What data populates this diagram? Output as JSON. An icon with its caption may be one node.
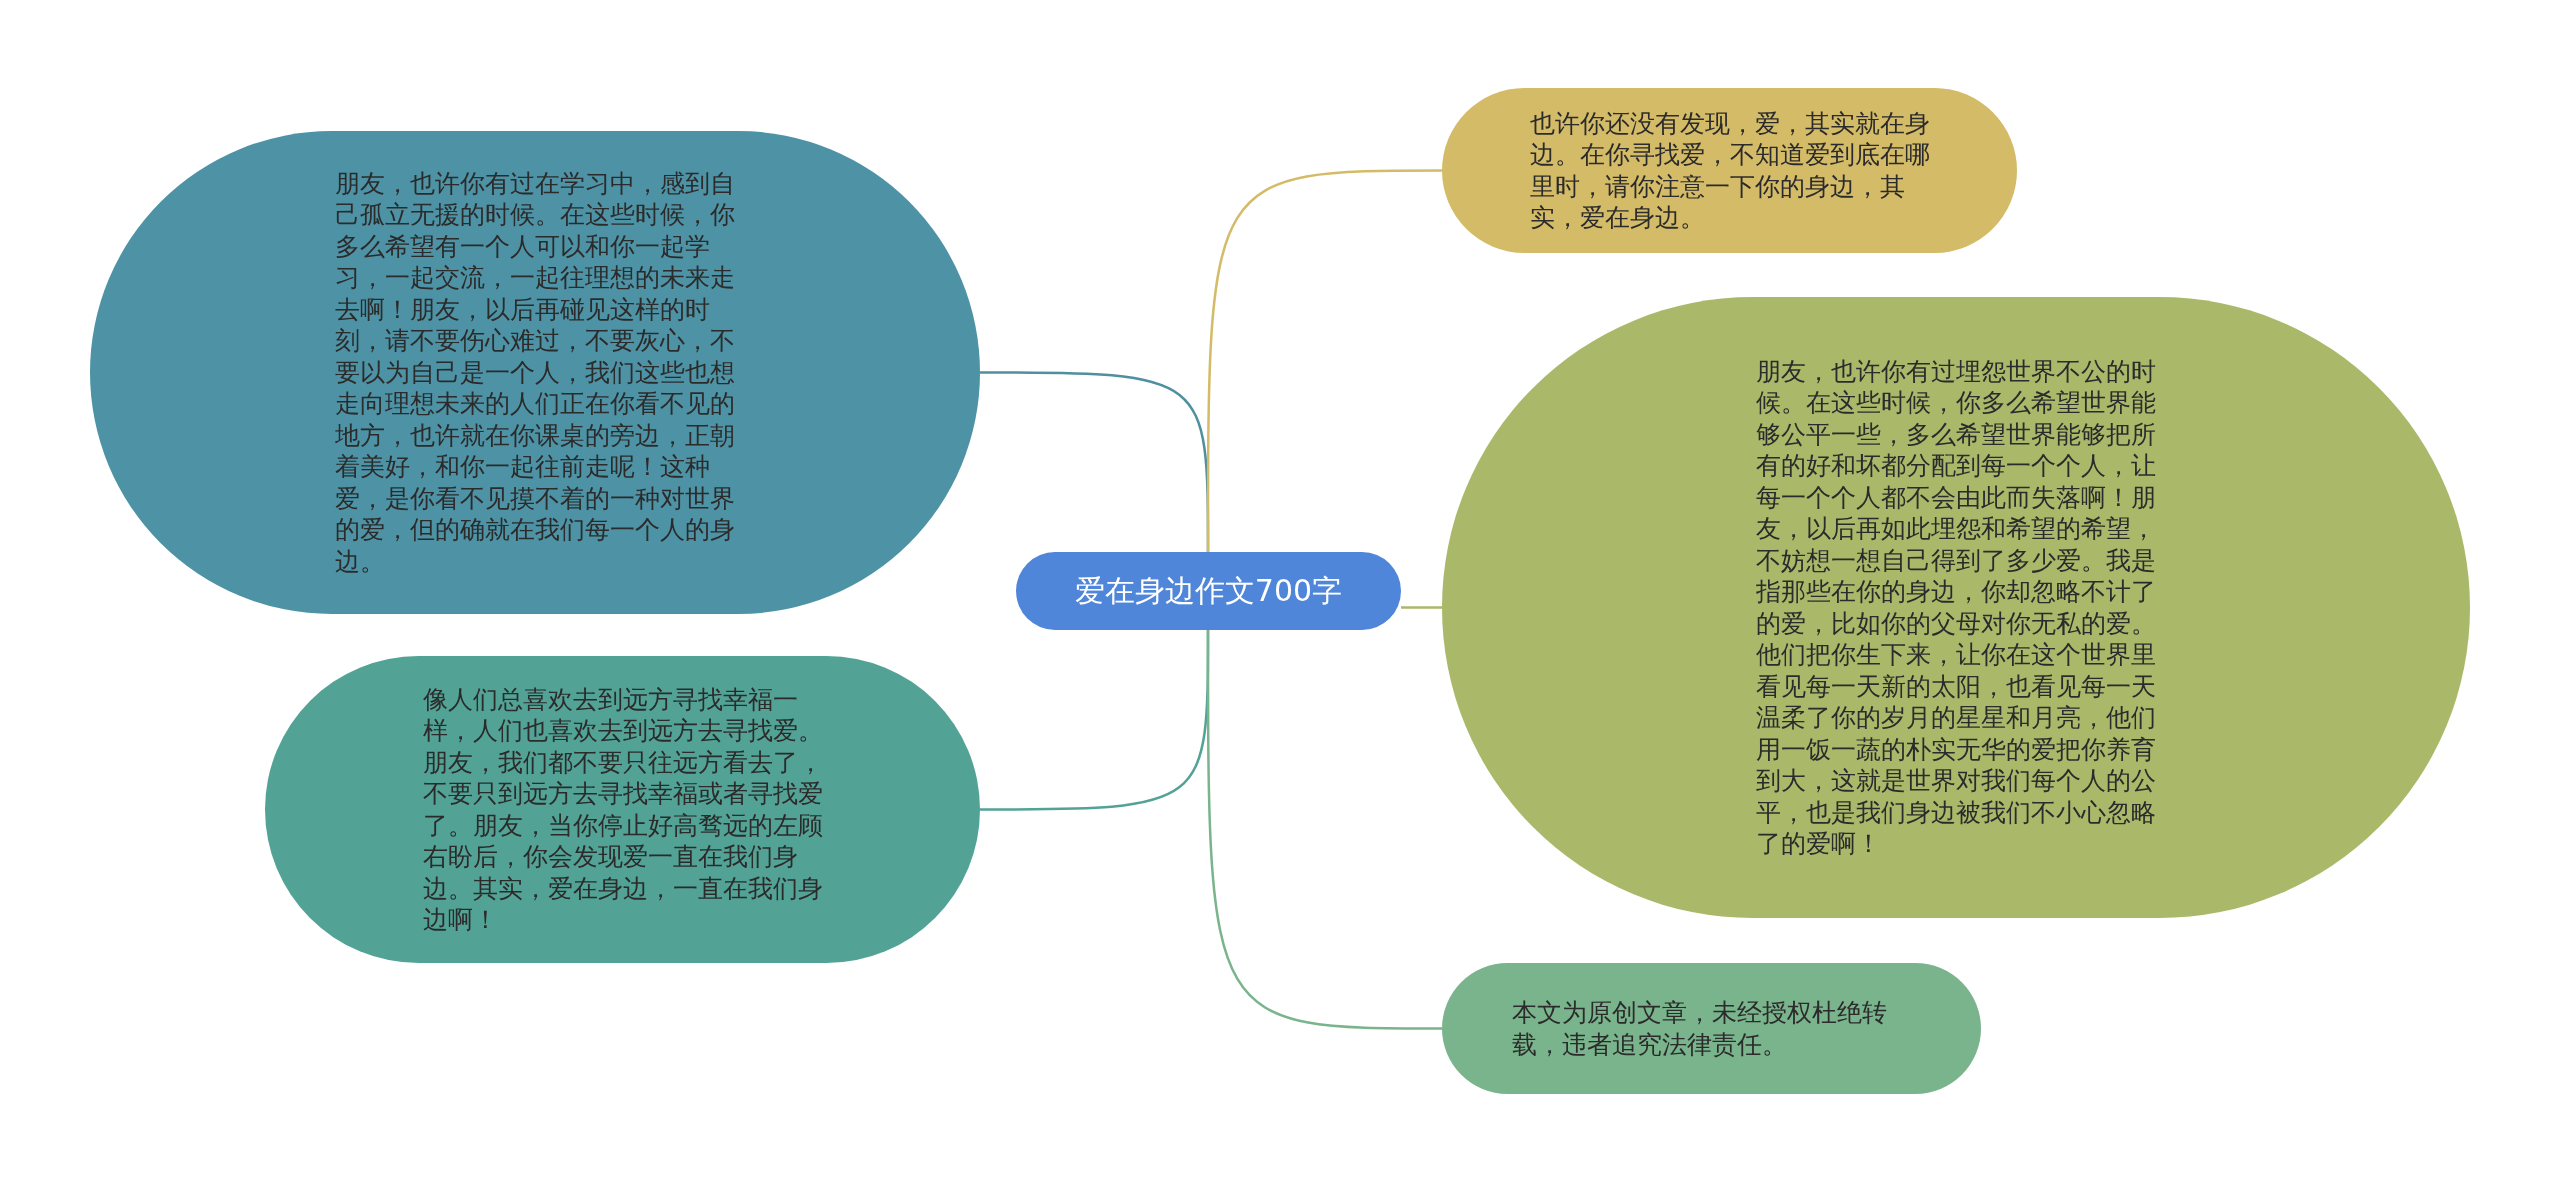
{
  "diagram": {
    "nodes": [
      {
        "text": [
          "爱在身边作文700字"
        ]
      },
      {
        "text": [
          "朋友，也许你有过在学习中，感到自己孤立无援的时候。在这些时候，你多么希望有一个人可以和你一起学习，一起交流，一起往理想的未来走去啊！朋友，以后再碰见这样的时刻，请不要伤心难过，不要灰心，不要以为自己是一个人，我们这些也想走向理想未来的人们正在你看不见的地方，也许就在你课桌的旁边，正朝着美好，和你一起往前走呢！这种爱，是你看不见摸不着的一种对世界的爱，但的确就在我们每一个人的身边。"
        ]
      },
      {
        "text": [
          "像人们总喜欢去到远方寻找幸福一样，人们也喜欢去到远方去寻找爱。朋友，我们都不要只往远方看去了，不要只到远方去寻找幸福或者寻找爱了。朋友，当你停止好高骛远的左顾右盼后，你会发现爱一直在我们身边。其实，爱在身边，一直在我们身边啊！"
        ]
      },
      {
        "text": [
          "也许你还没有发现，爱，其实就在身边。在你寻找爱，不知道爱到底在哪里时，请你注意一下你的身边，其实，爱在身边。"
        ]
      },
      {
        "text": [
          "朋友，也许你有过埋怨世界不公的时候。在这些时候，你多么希望世界能够公平一些，多么希望世界能够把所有的好和坏都分配到每一个个人，让每一个个人都不会由此而失落啊！朋友，以后再如此埋怨和希望的希望，不妨想一想自己得到了多少爱。我是指那些在你的身边，你却忽略不计了的爱，比如你的父母对你无私的爱。他们把你生下来，让你在这个世界里看见每一天新的太阳，也看见每一天温柔了你的岁月的星星和月亮，他们用一饭一蔬的朴实无华的爱把你养育到大，这就是世界对我们每个人的公平，也是我们身边被我们不小心忽略了的爱啊！"
        ]
      },
      {
        "text": [
          "本文为原创文章，未经授权杜绝转载，违者追究法律责任。"
        ]
      }
    ],
    "edges": [
      {
        "from": 0,
        "to": 1,
        "arrow": "none",
        "color": "#4e8fa0"
      },
      {
        "from": 0,
        "to": 2,
        "arrow": "none",
        "color": "#52a396"
      },
      {
        "from": 0,
        "to": 3,
        "arrow": "none",
        "color": "#d4bb67"
      },
      {
        "from": 0,
        "to": 4,
        "arrow": "none",
        "color": "#aab86a"
      },
      {
        "from": 0,
        "to": 5,
        "arrow": "none",
        "color": "#7ab48c"
      }
    ]
  }
}
